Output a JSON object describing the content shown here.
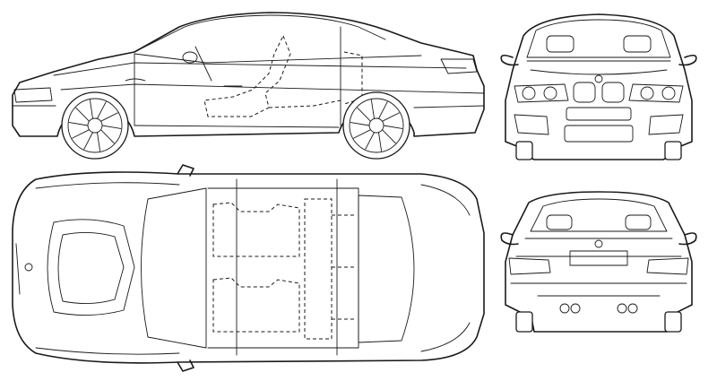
{
  "drawing": {
    "subject": "",
    "views": [
      {
        "id": "side",
        "name": ""
      },
      {
        "id": "front",
        "name": ""
      },
      {
        "id": "top",
        "name": ""
      },
      {
        "id": "rear",
        "name": ""
      }
    ]
  }
}
